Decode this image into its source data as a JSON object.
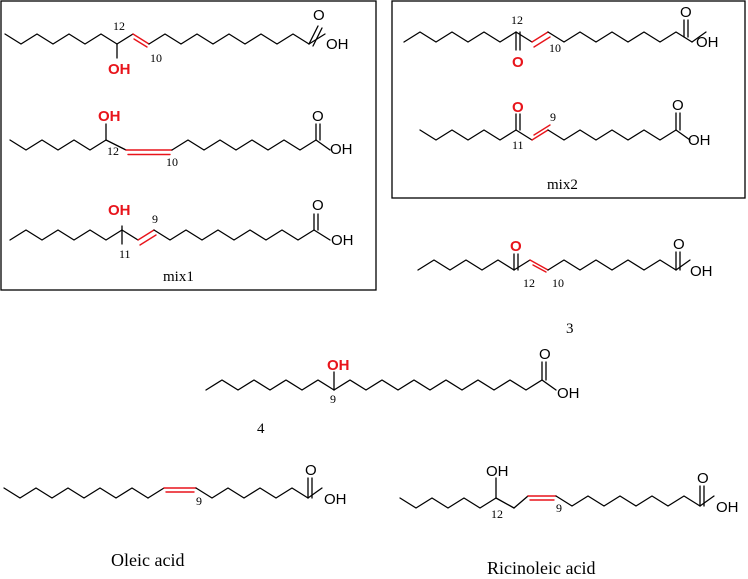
{
  "groups": {
    "mix1_label": "mix1",
    "mix2_label": "mix2"
  },
  "compounds": {
    "mix1_a": {
      "group": "OH",
      "pos_group": "12",
      "pos_bond": "10",
      "acid": "OH"
    },
    "mix1_b": {
      "group": "OH",
      "pos_group": "12",
      "pos_bond": "10",
      "acid": "OH"
    },
    "mix1_c": {
      "group": "OH",
      "pos_group": "11",
      "pos_bond": "9",
      "acid": "OH"
    },
    "mix2_a": {
      "group": "O",
      "pos_group": "12",
      "pos_bond": "10",
      "acid": "OH"
    },
    "mix2_b": {
      "group": "O",
      "pos_group": "11",
      "pos_bond": "9",
      "acid": "OH"
    },
    "c3": {
      "label": "3",
      "group": "O",
      "pos_group": "12",
      "pos_bond": "10",
      "acid": "OH"
    },
    "c4": {
      "label": "4",
      "group": "OH",
      "pos_group": "9",
      "acid": "OH"
    },
    "oleic": {
      "label": "Oleic acid",
      "pos_bond": "9",
      "acid": "OH"
    },
    "ricinoleic": {
      "label": "Ricinoleic acid",
      "group": "OH",
      "pos_group": "12",
      "pos_bond": "9",
      "acid": "OH"
    }
  },
  "acid_oxygen": "O",
  "colors": {
    "highlight": "#e8141b",
    "line": "#000000"
  }
}
